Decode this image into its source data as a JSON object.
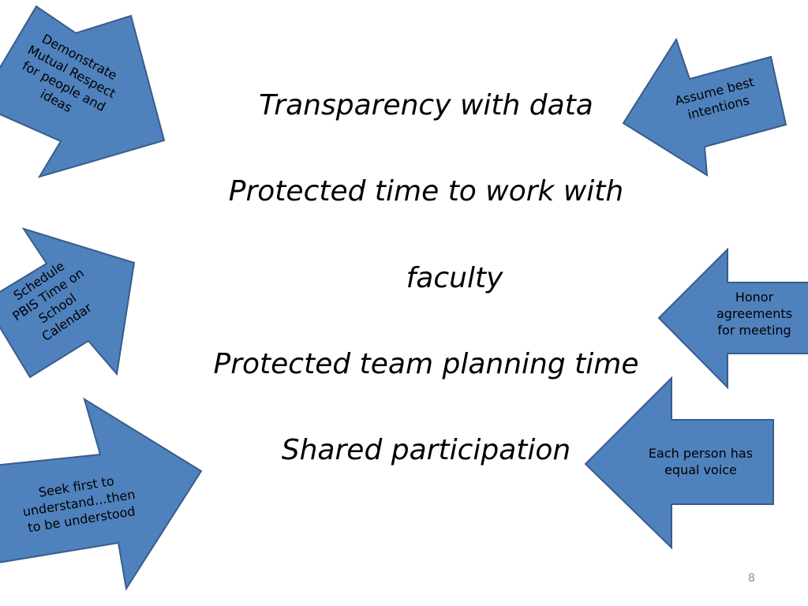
{
  "arrows": {
    "mutual_respect": "Demonstrate\nMutual Respect\nfor people and\nideas",
    "best_intentions": "Assume best\nintentions",
    "schedule_pbis": "Schedule\nPBIS Time on\nSchool\nCalendar",
    "honor_agreements": "Honor\nagreements\nfor meeting",
    "seek_first": "Seek first to\nunderstand…then\nto be understood",
    "equal_voice": "Each person has\nequal voice"
  },
  "center": {
    "line1": "Transparency with data",
    "line2": "Protected time to work with",
    "line3": "faculty",
    "line4": "Protected team planning time",
    "line5": "Shared participation"
  },
  "slide_number": "8",
  "colors": {
    "arrow_fill": "#4f81bd",
    "arrow_stroke": "#385d8a"
  }
}
